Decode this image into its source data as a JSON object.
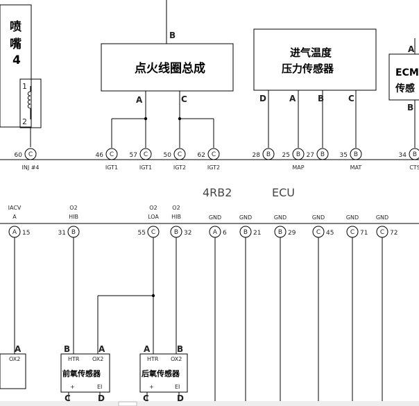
{
  "injector": {
    "line1": "喷",
    "line2": "嘴",
    "line3": "4",
    "pin_top": "1",
    "pin_bottom": "2"
  },
  "ignition": {
    "title": "点火线圈总成",
    "pin_top": "B",
    "pin_a": "A",
    "pin_c": "C"
  },
  "map_sensor": {
    "line1": "进气温度",
    "line2": "压力传感器",
    "pins": [
      "D",
      "A",
      "B",
      "C"
    ]
  },
  "ecm_sensor": {
    "line1": "ECM水",
    "line2": "传感",
    "pin_top": "A",
    "pin_bottom": "B"
  },
  "upper_connectors": [
    {
      "num": "60",
      "letter": "C",
      "label": "INJ #4"
    },
    {
      "num": "46",
      "letter": "C",
      "label": "IGT1"
    },
    {
      "num": "57",
      "letter": "C",
      "label": "IGT1"
    },
    {
      "num": "50",
      "letter": "C",
      "label": "IGT2"
    },
    {
      "num": "62",
      "letter": "C",
      "label": "IGT2"
    },
    {
      "num": "28",
      "letter": "B",
      "label": ""
    },
    {
      "num": "25",
      "letter": "B",
      "label": "MAP"
    },
    {
      "num": "27",
      "letter": "B",
      "label": ""
    },
    {
      "num": "35",
      "letter": "B",
      "label": "MAT"
    },
    {
      "num": "34",
      "letter": "B",
      "label": "CTS"
    }
  ],
  "ecu": {
    "model": "4RB2",
    "name": "ECU"
  },
  "lower_connectors": [
    {
      "num": "15",
      "letter": "A",
      "sig1": "IACV",
      "sig2": "A"
    },
    {
      "num": "31",
      "letter": "B",
      "sig1": "O2",
      "sig2": "HIB"
    },
    {
      "num": "55",
      "letter": "C",
      "sig1": "O2",
      "sig2": "LOA"
    },
    {
      "num": "32",
      "letter": "B",
      "sig1": "O2",
      "sig2": "HIB"
    },
    {
      "num": "6",
      "letter": "A",
      "sig1": "GND",
      "sig2": ""
    },
    {
      "num": "21",
      "letter": "B",
      "sig1": "GND",
      "sig2": ""
    },
    {
      "num": "29",
      "letter": "B",
      "sig1": "GND",
      "sig2": ""
    },
    {
      "num": "45",
      "letter": "C",
      "sig1": "GND",
      "sig2": ""
    },
    {
      "num": "71",
      "letter": "C",
      "sig1": "GND",
      "sig2": ""
    },
    {
      "num": "72",
      "letter": "C",
      "sig1": "GND",
      "sig2": ""
    }
  ],
  "iacv_box": {
    "pin": "A",
    "inner": "OX2"
  },
  "front_o2": {
    "title": "前氧传感器",
    "pin_b": "B",
    "pin_a": "A",
    "htr": "HTR",
    "ox2": "OX2",
    "plus": "+",
    "ei": "EI",
    "pin_c": "C",
    "pin_d": "D"
  },
  "rear_o2": {
    "title": "后氧传感器",
    "pin_a": "A",
    "pin_b": "B",
    "htr": "HTR",
    "ox2": "OX2",
    "plus": "+",
    "ei": "EI",
    "pin_c": "C",
    "pin_d": "D"
  }
}
